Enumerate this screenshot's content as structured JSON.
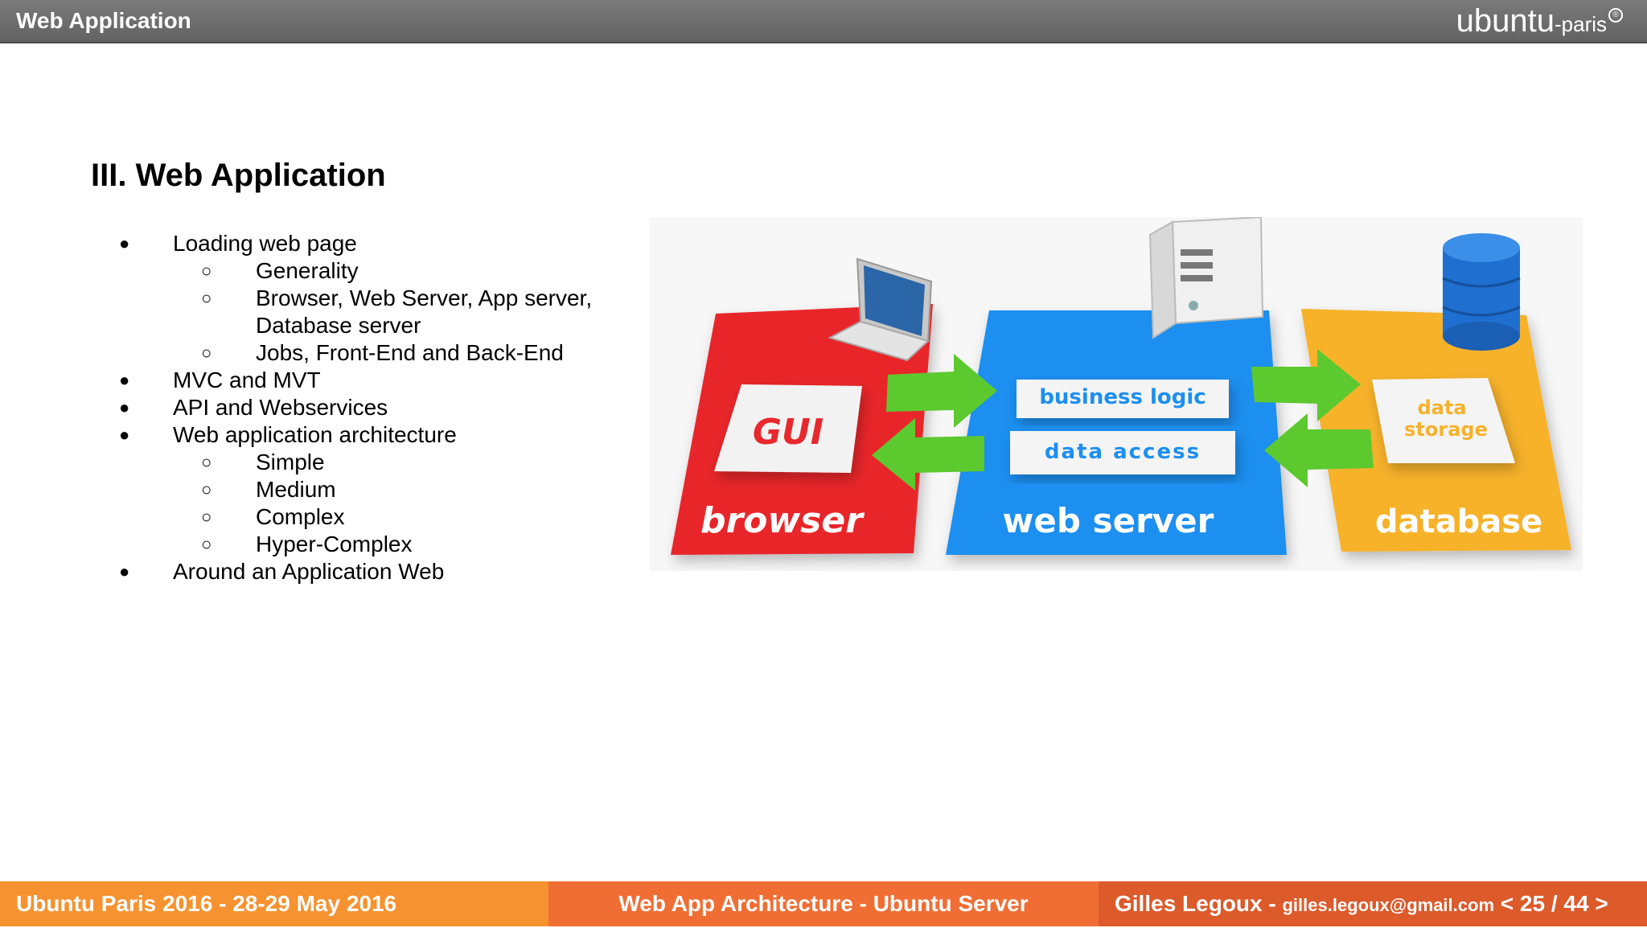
{
  "header": {
    "title": "Web Application",
    "logo_main": "ubuntu",
    "logo_sub": "-paris",
    "logo_mark": "®"
  },
  "slide": {
    "heading": "III. Web Application",
    "bullet_glyph": "●",
    "sub_bullet_glyph": "○",
    "bullets": [
      {
        "level": 1,
        "text": "Loading web page"
      },
      {
        "level": 2,
        "text": "Generality"
      },
      {
        "level": 2,
        "text": "Browser, Web Server, App server,"
      },
      {
        "level": 2,
        "text": "Database server"
      },
      {
        "level": 2,
        "text": "Jobs, Front-End and Back-End"
      },
      {
        "level": 1,
        "text": "MVC and MVT"
      },
      {
        "level": 1,
        "text": "API and Webservices"
      },
      {
        "level": 1,
        "text": "Web application architecture"
      },
      {
        "level": 2,
        "text": "Simple"
      },
      {
        "level": 2,
        "text": "Medium"
      },
      {
        "level": 2,
        "text": "Complex"
      },
      {
        "level": 2,
        "text": "Hyper-Complex"
      },
      {
        "level": 1,
        "text": "Around an Application Web"
      }
    ]
  },
  "diagram": {
    "browser": {
      "label": "browser",
      "gui": "GUI",
      "color": "#e8282c"
    },
    "web_server": {
      "label": "web server",
      "business_logic": "business logic",
      "data_access": "data access",
      "color": "#1d8ff0"
    },
    "database": {
      "label": "database",
      "data_storage_1": "data",
      "data_storage_2": "storage",
      "color": "#f7b22a"
    },
    "arrow_color": "#5cc92f",
    "text_blue": "#1d8ff0",
    "text_red": "#e8282c",
    "text_yellow": "#f7b22a"
  },
  "footer": {
    "event": "Ubuntu Paris 2016 - 28-29 May 2016",
    "talk": "Web App Architecture - Ubuntu Server",
    "author": "Gilles Legoux - ",
    "email": "gilles.legoux@gmail.com",
    "page": "< 25 / 44 >"
  }
}
